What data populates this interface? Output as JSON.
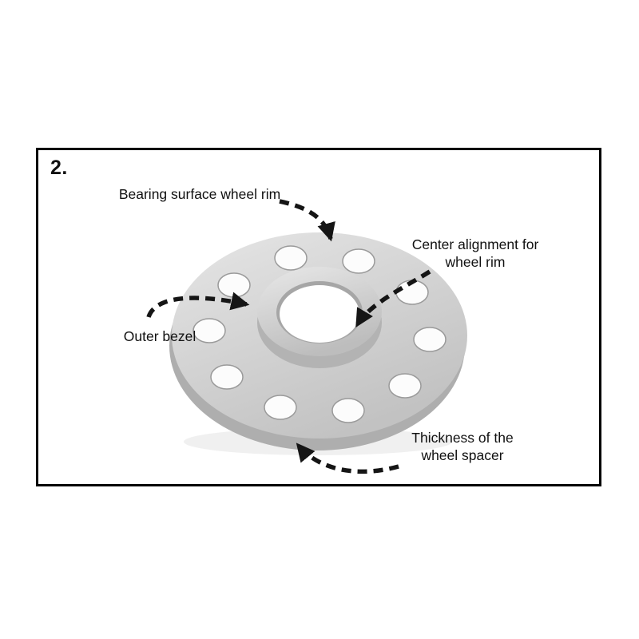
{
  "diagram": {
    "step_number": "2.",
    "labels": {
      "bearing_surface": "Bearing surface wheel rim",
      "center_alignment": "Center alignment for wheel rim",
      "outer_bezel": "Outer bezel",
      "thickness": "Thickness of the wheel spacer"
    },
    "colors": {
      "frame_border": "#000000",
      "text": "#111111",
      "arrow": "#151515",
      "spacer_face_light": "#e6e6e6",
      "spacer_face_dark": "#c2c2c2",
      "spacer_side": "#aeaeae",
      "hub_light": "#e8e8e8",
      "hub_dark": "#bdbdbd",
      "hub_wall": "#b3b3b3",
      "bore_rim": "#a6a6a6",
      "hole_fill": "#fcfcfc",
      "hole_rim": "#9a9a9a",
      "background": "#ffffff"
    }
  }
}
